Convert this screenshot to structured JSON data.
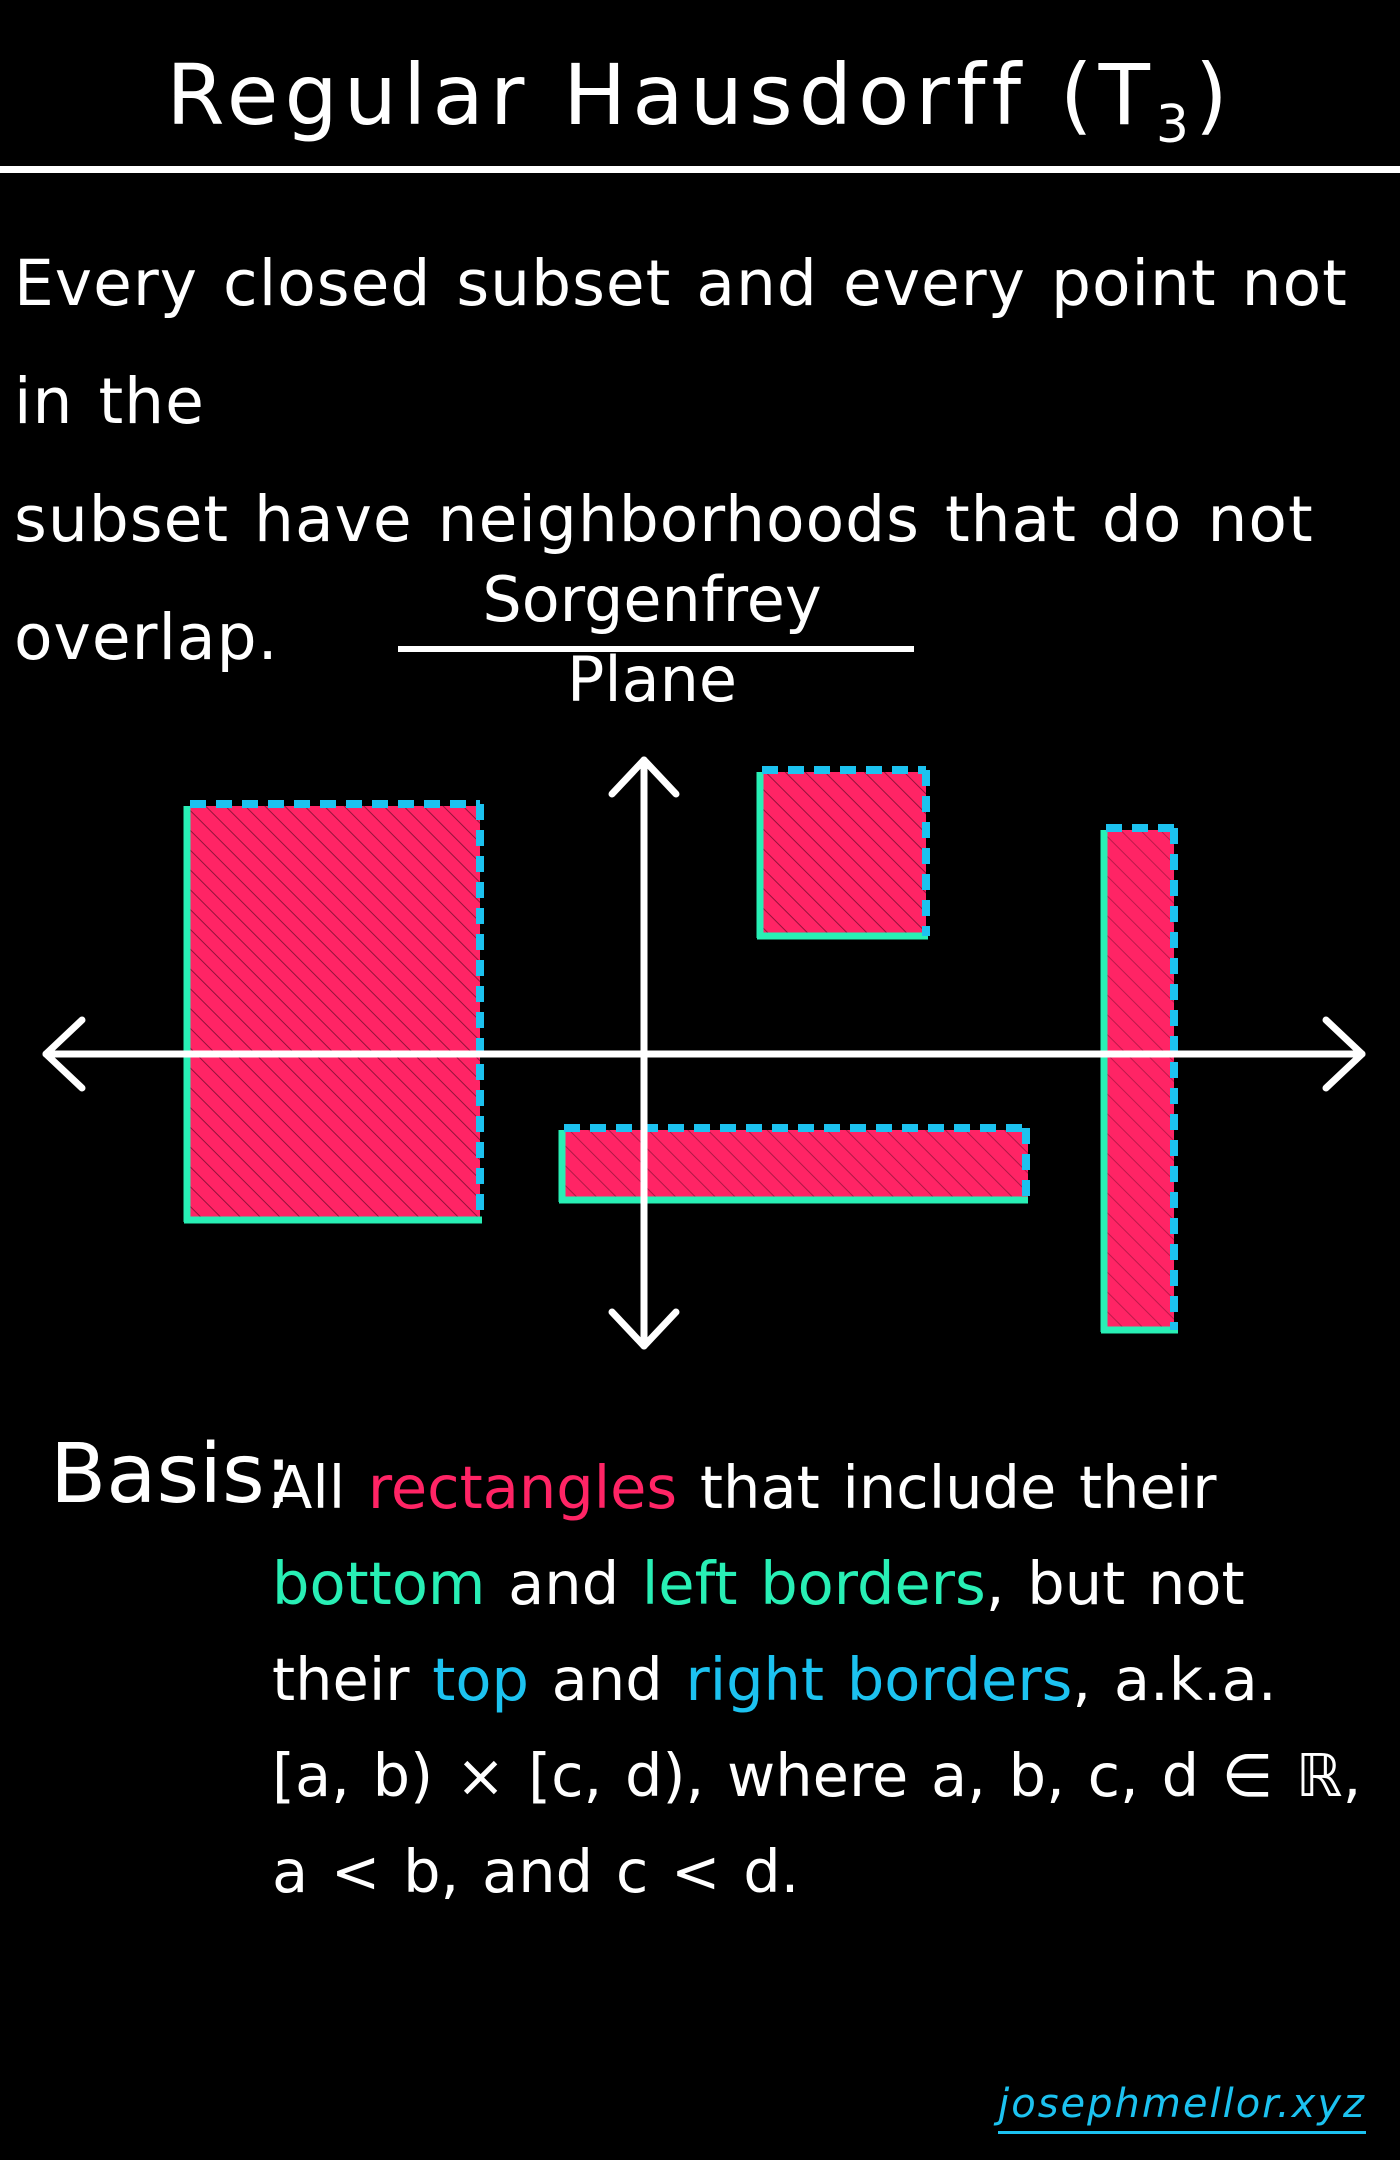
{
  "title": {
    "text": "Regular Hausdorff (T",
    "subscript": "3",
    "close": ")"
  },
  "definition": {
    "line1": "Every closed subset and every point not in the",
    "line2": "subset have neighborhoods that do not overlap."
  },
  "plane_title": "Sorgenfrey Plane",
  "colors": {
    "background": "#000000",
    "foreground": "#ffffff",
    "rectangle_fill": "#ff2465",
    "included_border": "#28efb5",
    "excluded_border": "#1cc2f0"
  },
  "basis": {
    "label": "Basis:",
    "line1_a": "All ",
    "rectangles": "rectangles",
    "line1_b": " that include their",
    "bottom": "bottom",
    "and1": " and ",
    "left_borders": "left borders",
    "line2_b": ", but not",
    "line3_a": "their ",
    "top": "top",
    "and2": " and ",
    "right_borders": "right borders",
    "line3_b": ", a.k.a.",
    "line4": "[a, b) × [c, d), where a, b, c, d ∈ ℝ,",
    "line5": "a < b, and c < d."
  },
  "signature": "josephmellor.xyz"
}
